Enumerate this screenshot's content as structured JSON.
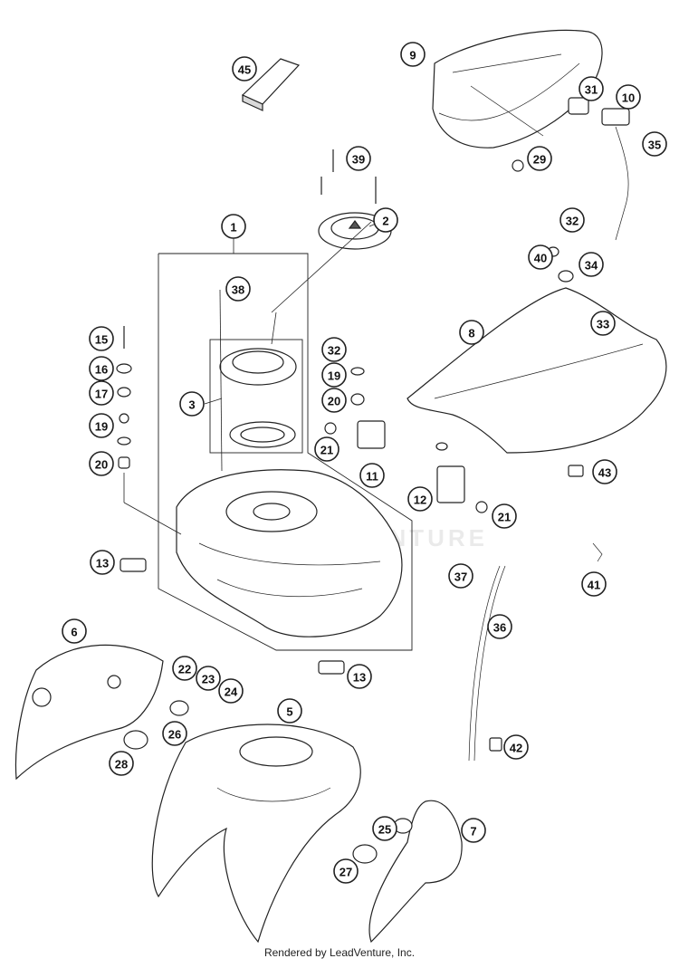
{
  "credit": "Rendered by LeadVenture, Inc.",
  "watermark": "LEADVENTURE",
  "callouts": [
    {
      "id": "1",
      "label": "1"
    },
    {
      "id": "2",
      "label": "2"
    },
    {
      "id": "3",
      "label": "3"
    },
    {
      "id": "5",
      "label": "5"
    },
    {
      "id": "6",
      "label": "6"
    },
    {
      "id": "7",
      "label": "7"
    },
    {
      "id": "8",
      "label": "8"
    },
    {
      "id": "9",
      "label": "9"
    },
    {
      "id": "10",
      "label": "10"
    },
    {
      "id": "11",
      "label": "11"
    },
    {
      "id": "12",
      "label": "12"
    },
    {
      "id": "13a",
      "label": "13"
    },
    {
      "id": "13b",
      "label": "13"
    },
    {
      "id": "15",
      "label": "15"
    },
    {
      "id": "16",
      "label": "16"
    },
    {
      "id": "17",
      "label": "17"
    },
    {
      "id": "19a",
      "label": "19"
    },
    {
      "id": "19b",
      "label": "19"
    },
    {
      "id": "20a",
      "label": "20"
    },
    {
      "id": "20b",
      "label": "20"
    },
    {
      "id": "21a",
      "label": "21"
    },
    {
      "id": "21b",
      "label": "21"
    },
    {
      "id": "22",
      "label": "22"
    },
    {
      "id": "23",
      "label": "23"
    },
    {
      "id": "24",
      "label": "24"
    },
    {
      "id": "25",
      "label": "25"
    },
    {
      "id": "26",
      "label": "26"
    },
    {
      "id": "27",
      "label": "27"
    },
    {
      "id": "28",
      "label": "28"
    },
    {
      "id": "29",
      "label": "29"
    },
    {
      "id": "31",
      "label": "31"
    },
    {
      "id": "32a",
      "label": "32"
    },
    {
      "id": "32b",
      "label": "32"
    },
    {
      "id": "33",
      "label": "33"
    },
    {
      "id": "34",
      "label": "34"
    },
    {
      "id": "35",
      "label": "35"
    },
    {
      "id": "36",
      "label": "36"
    },
    {
      "id": "37",
      "label": "37"
    },
    {
      "id": "38",
      "label": "38"
    },
    {
      "id": "39",
      "label": "39"
    },
    {
      "id": "40",
      "label": "40"
    },
    {
      "id": "41",
      "label": "41"
    },
    {
      "id": "42",
      "label": "42"
    },
    {
      "id": "43",
      "label": "43"
    },
    {
      "id": "45",
      "label": "45"
    }
  ]
}
